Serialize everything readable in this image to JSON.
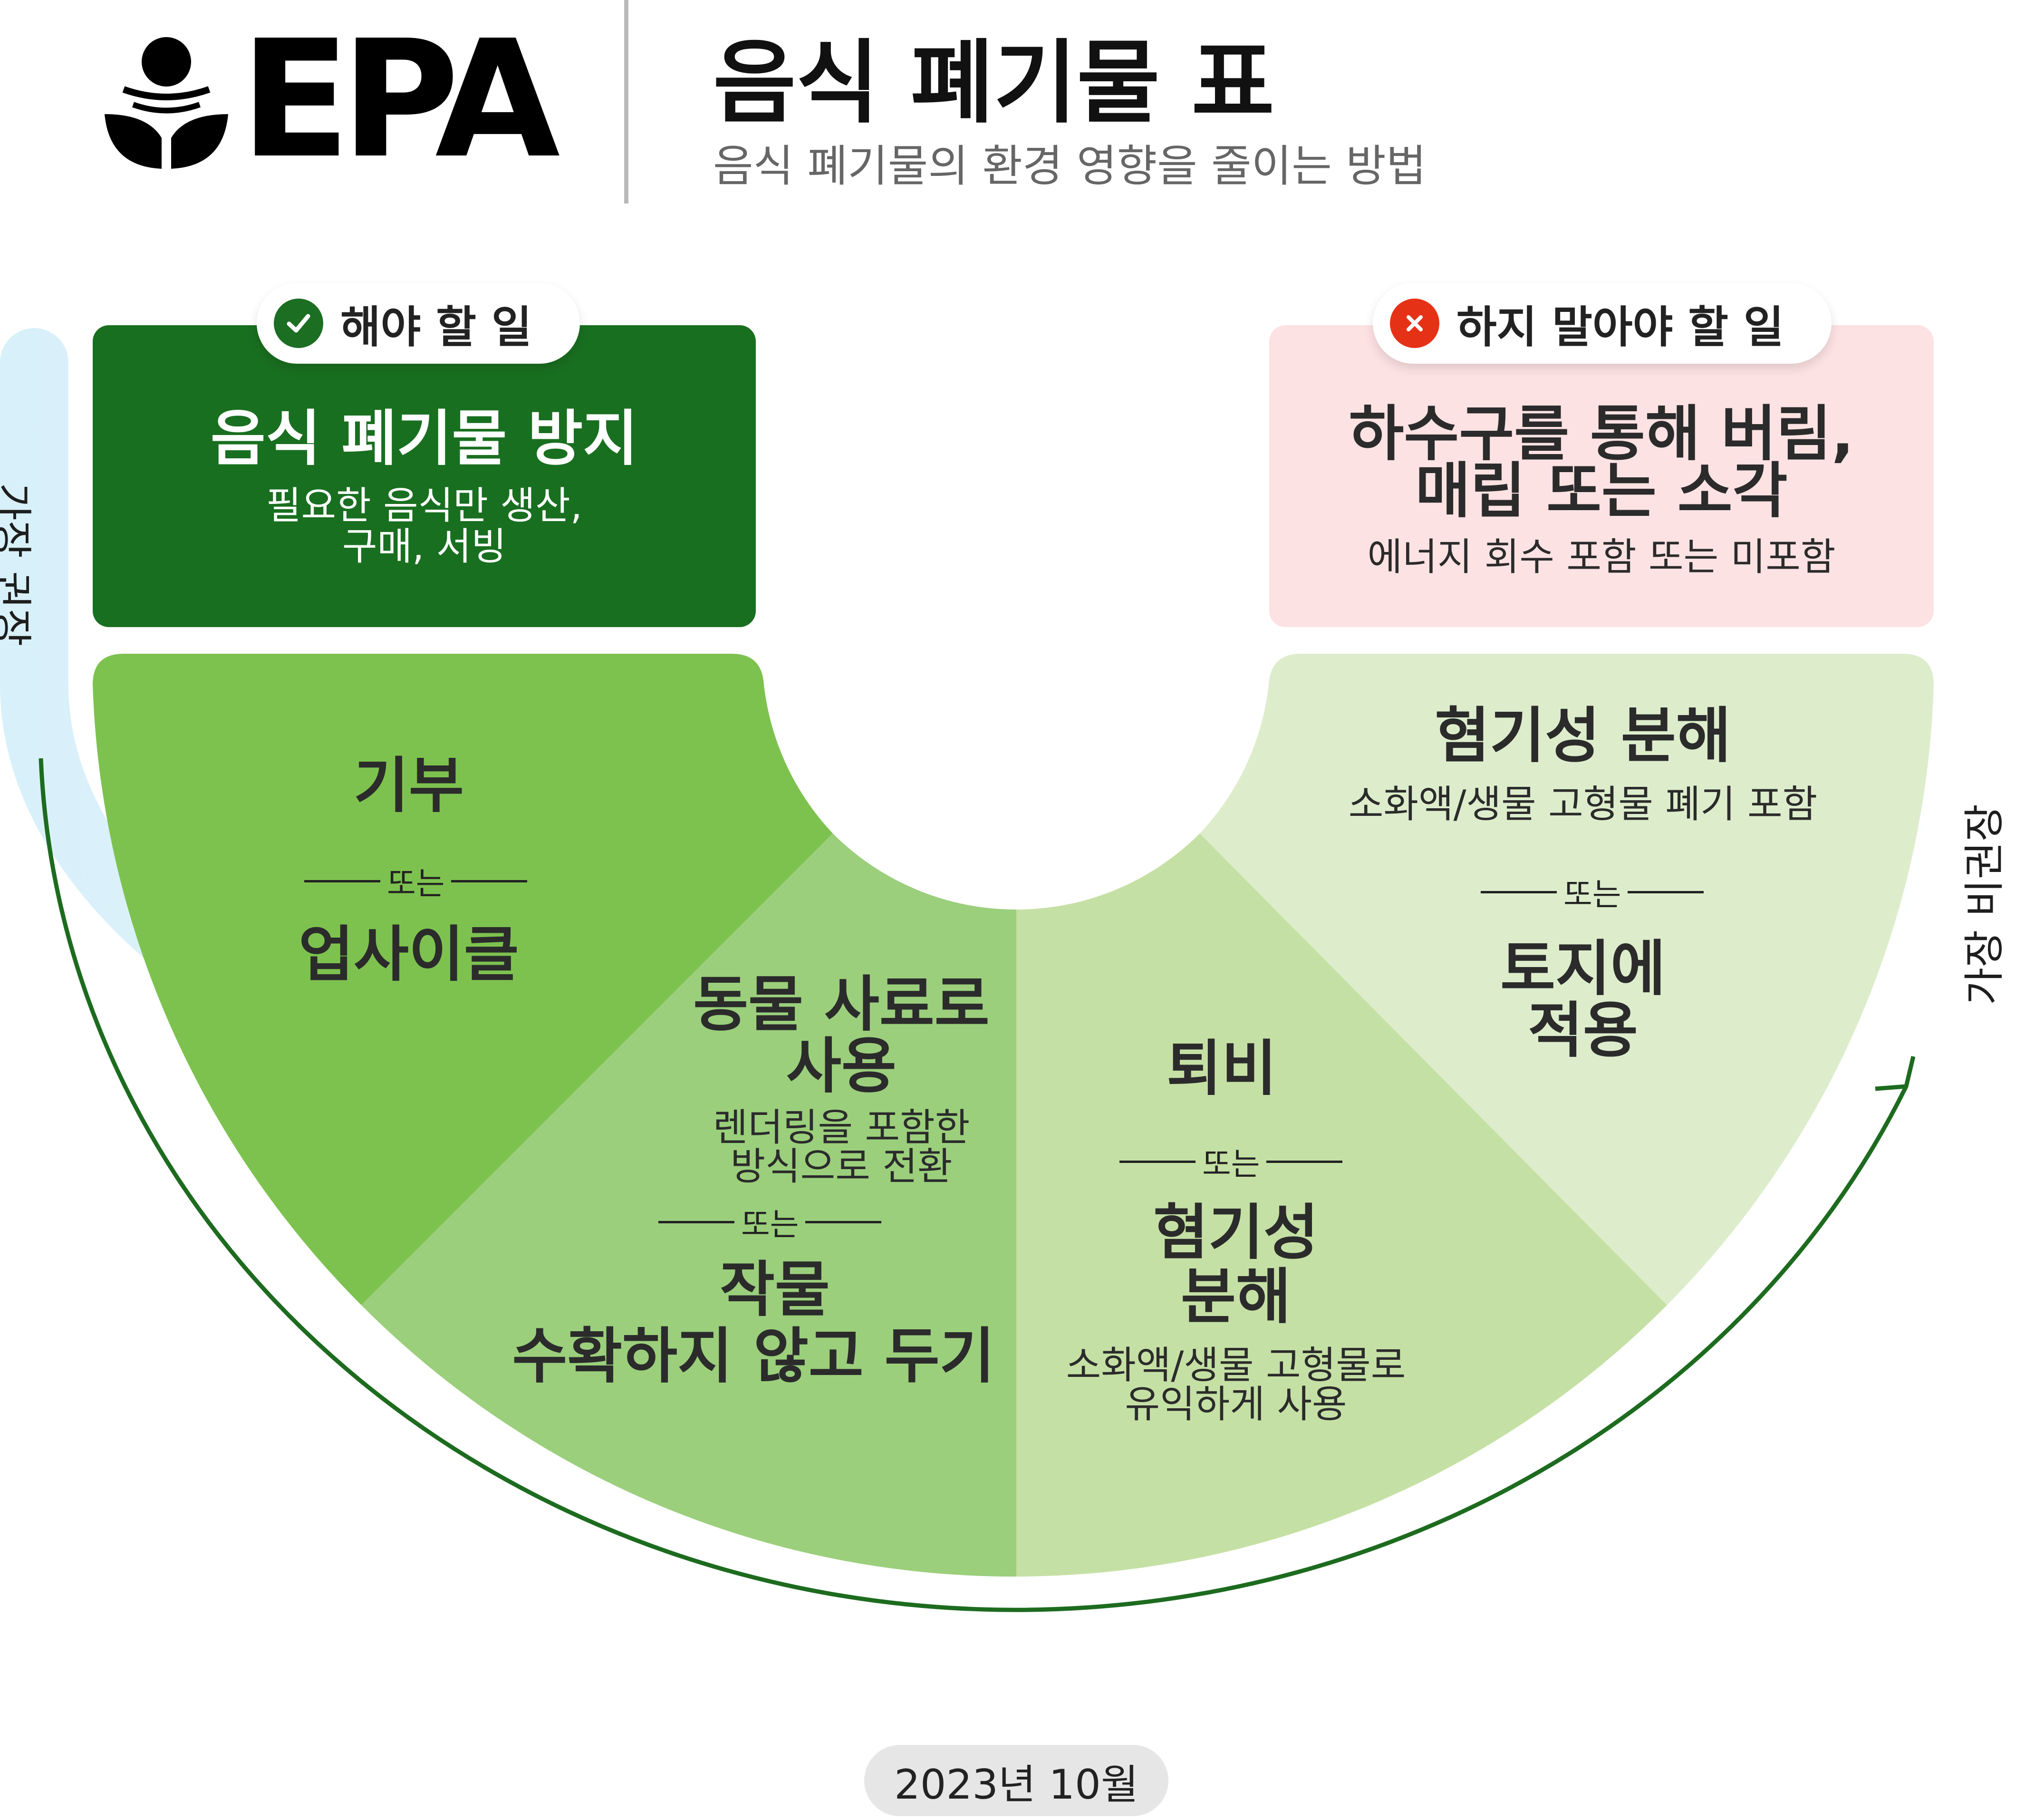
{
  "header": {
    "logo_text": "EPA",
    "title": "음식 폐기물 표",
    "subtitle": "음식 폐기물의 환경 영향을 줄이는 방법"
  },
  "do": {
    "pill_label": "해야 할 일",
    "title": "음식 폐기물 방지",
    "desc_lines": [
      "필요한 음식만 생산,",
      "구매, 서빙"
    ]
  },
  "dont": {
    "pill_label": "하지 말아야 할 일",
    "title_lines": [
      "하수구를 통해 버림,",
      "매립 또는 소각"
    ],
    "desc": "에너지 회수 포함 또는 미포함"
  },
  "sectors": [
    {
      "title": "기부",
      "or": "또는",
      "title2": "업사이클"
    },
    {
      "title_lines": [
        "동물 사료로",
        "사용"
      ],
      "desc_lines": [
        "렌더링을 포함한",
        "방식으로 전환"
      ],
      "or": "또는",
      "title2_lines": [
        "작물",
        "수확하지 않고 두기"
      ]
    },
    {
      "title": "퇴비",
      "or": "또는",
      "title2_lines": [
        "혐기성",
        "분해"
      ],
      "desc_lines": [
        "소화액/생물 고형물로",
        "유익하게 사용"
      ]
    },
    {
      "title": "혐기성 분해",
      "desc": "소화액/생물 고형물 폐기 포함",
      "or": "또는",
      "title2_lines": [
        "토지에",
        "적용"
      ]
    }
  ],
  "scale": {
    "left_label": "가장 권장",
    "right_label": "가장 비권장"
  },
  "footer": {
    "date": "2023년 10월"
  },
  "colors": {
    "do_green": "#196f20",
    "dont_pink": "#fde2e3",
    "sector_1": "#7dc24f",
    "sector_2": "#9bcf7c",
    "sector_3": "#c5e0a4",
    "sector_4": "#ddedcc",
    "scale_band": "#d8f0fa",
    "arrow": "#1d6b1f",
    "x_red": "#e53217"
  }
}
